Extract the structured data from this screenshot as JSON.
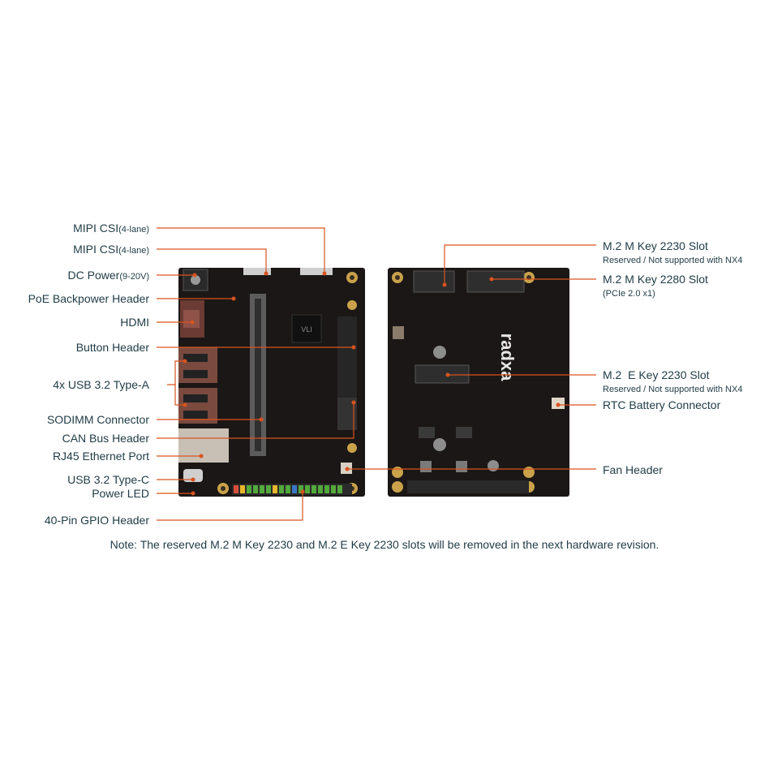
{
  "left_labels": [
    {
      "id": "mipi1",
      "main": "MIPI CSI",
      "small": "(4-lane)"
    },
    {
      "id": "mipi2",
      "main": "MIPI CSI",
      "small": "(4-lane)"
    },
    {
      "id": "dc",
      "main": "DC Power",
      "small": "(9-20V)"
    },
    {
      "id": "poe",
      "main": "PoE Backpower Header",
      "small": ""
    },
    {
      "id": "hdmi",
      "main": "HDMI",
      "small": ""
    },
    {
      "id": "button",
      "main": "Button Header",
      "small": ""
    },
    {
      "id": "usba",
      "main": "4x USB 3.2 Type-A",
      "small": ""
    },
    {
      "id": "sodimm",
      "main": "SODIMM Connector",
      "small": ""
    },
    {
      "id": "can",
      "main": "CAN Bus Header",
      "small": ""
    },
    {
      "id": "rj45",
      "main": "RJ45 Ethernet Port",
      "small": ""
    },
    {
      "id": "usbc",
      "main": "USB 3.2 Type-C",
      "small": ""
    },
    {
      "id": "led",
      "main": "Power LED",
      "small": ""
    },
    {
      "id": "gpio",
      "main": "40-Pin GPIO Header",
      "small": ""
    }
  ],
  "right_labels": [
    {
      "id": "m2230",
      "main": "M.2 M Key 2230 Slot",
      "sub": "Reserved / Not supported with NX4"
    },
    {
      "id": "m2280",
      "main": "M.2 M Key 2280 Slot",
      "sub": "(PCIe 2.0 x1)"
    },
    {
      "id": "e2230",
      "main": "M.2  E Key 2230 Slot",
      "sub": "Reserved / Not supported with NX4"
    },
    {
      "id": "rtc",
      "main": "RTC Battery Connector",
      "sub": ""
    },
    {
      "id": "fan",
      "main": "Fan Header",
      "sub": ""
    }
  ],
  "board_text": {
    "brand": "radxa",
    "chip": "VLI"
  },
  "note": "Note: The reserved M.2 M Key 2230 and M.2 E Key 2230 slots will be removed in the next hardware revision.",
  "colors": {
    "leader": "#d9531e",
    "board": "#1b1716",
    "text": "#1f3b45"
  }
}
